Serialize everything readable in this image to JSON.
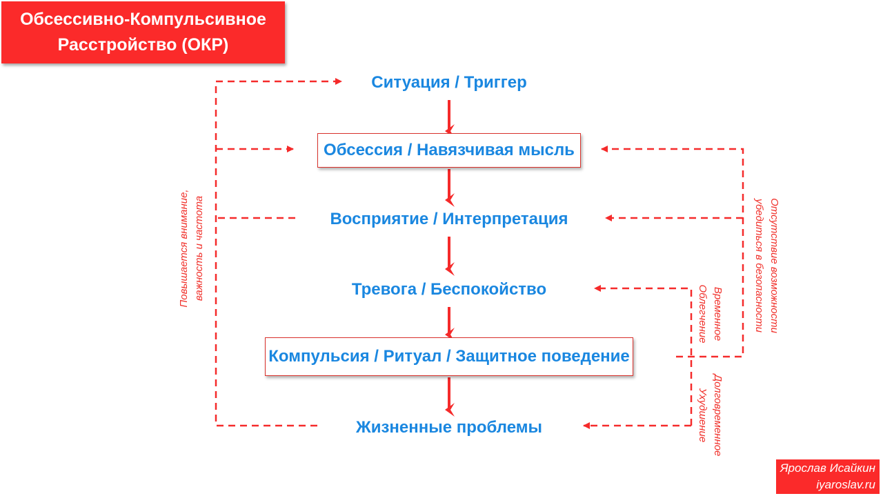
{
  "title": {
    "line1": "Обсессивно-Компульсивное",
    "line2": "Расстройство (ОКР)"
  },
  "nodes": {
    "situation": "Ситуация / Триггер",
    "obsession": "Обсессия / Навязчивая мысль",
    "perception": "Восприятие / Интерпретация",
    "anxiety": "Тревога / Беспокойство",
    "compulsion": "Компульсия / Ритуал / Защитное поведение",
    "problems": "Жизненные проблемы"
  },
  "notes": {
    "left": {
      "line1": "Повышается внимание,",
      "line2": "важность и частота"
    },
    "safety": {
      "line1": "Отсутствие возможности",
      "line2": "убедиться в безопасности"
    },
    "relief": {
      "line1": "Временное",
      "line2": "Облегчение"
    },
    "worsening": {
      "line1": "Долговременное",
      "line2": "Ухудшение"
    }
  },
  "signature": {
    "name": "Ярослав Исайкин",
    "site": "iyaroslav.ru"
  },
  "colors": {
    "accent": "#fb2a2a",
    "node_text": "#1a87e0"
  }
}
